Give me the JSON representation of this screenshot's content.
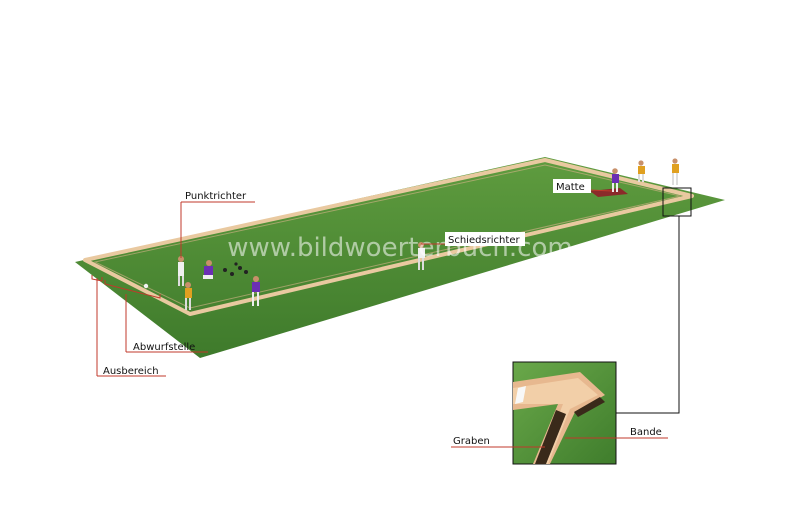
{
  "watermark": "www.bildwoerterbuch.com",
  "labels": {
    "punktrichter": "Punktrichter",
    "matte": "Matte",
    "schiedsrichter": "Schiedsrichter",
    "abwurfstelle": "Abwurfstelle",
    "ausbereich": "Ausbereich",
    "graben": "Graben",
    "bande": "Bande"
  },
  "colors": {
    "leader": "#c0392b",
    "grass_light": "#6fae4a",
    "grass_dark": "#3f7d2c",
    "border_sand": "#e9c9a0"
  }
}
